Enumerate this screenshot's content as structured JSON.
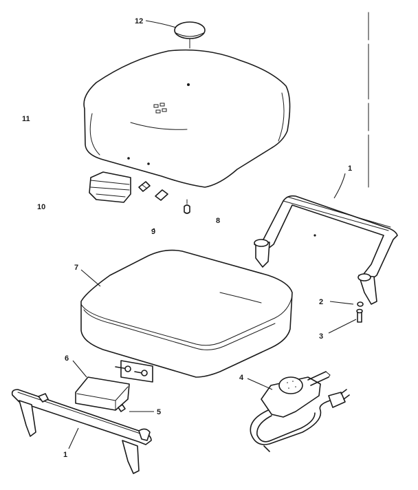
{
  "callouts": {
    "c1a": "1",
    "c1b": "1",
    "c2": "2",
    "c3": "3",
    "c4": "4",
    "c5": "5",
    "c6": "6",
    "c7": "7",
    "c8": "8",
    "c9": "9",
    "c10": "10",
    "c11": "11",
    "c12": "12"
  },
  "colors": {
    "ink": "#1a1a1a",
    "paper": "#ffffff"
  }
}
